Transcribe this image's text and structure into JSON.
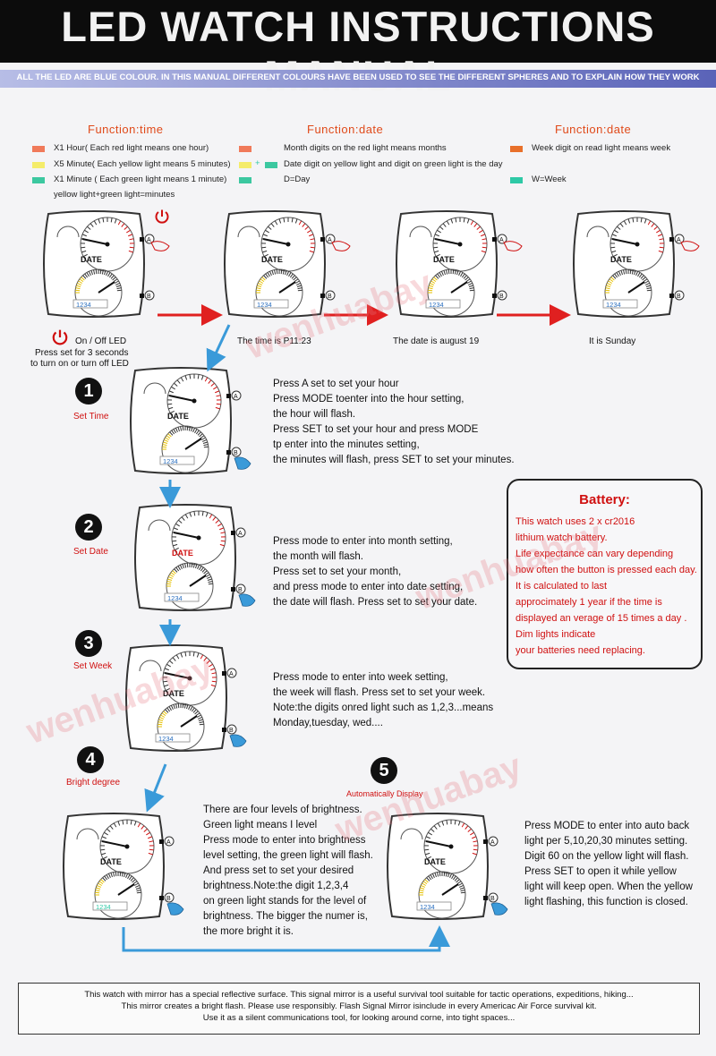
{
  "header": {
    "title": "LED  WATCH INSTRUCTIONS MANUAL",
    "subtitle": "ALL THE LED ARE BLUE COLOUR. IN THIS MANUAL DIFFERENT COLOURS HAVE BEEN USED TO SEE THE DIFFERENT SPHERES AND TO EXPLAIN HOW THEY WORK"
  },
  "legend": {
    "col1": {
      "heading": "Function:time",
      "items": [
        "X1  Hour( Each red light means one hour)",
        "X5 Minute( Each yellow light means 5 minutes)",
        "X1 Minute ( Each green light means 1 minute)",
        "yellow light+green light=minutes"
      ]
    },
    "col2": {
      "heading": "Function:date",
      "plus": "+",
      "items": [
        "Month digits on the red light means months",
        "Date digit on yellow light and digit on green light is the day",
        "D=Day"
      ]
    },
    "col3": {
      "heading": "Function:date",
      "items": [
        "Week digit on read light means week",
        "W=Week"
      ]
    }
  },
  "colors": {
    "red": "#f07a5a",
    "yellow": "#f4ec6a",
    "green": "#3cc8a0",
    "orange": "#e8702a",
    "teal": "#2ec9a6",
    "accent_red": "#d01010",
    "arrow_blue": "#3a9ad9"
  },
  "captions": {
    "onoff": "On / Off LED",
    "press_set": "Press set for 3 seconds",
    "turn": "to turn on or turn off LED",
    "time": "The time is P11:23",
    "date": "The date is august 19",
    "sunday": "It is Sunday"
  },
  "watch_labels": {
    "date": "DATE",
    "btn_a": "A",
    "btn_b": "B",
    "digits": "1234"
  },
  "steps": [
    {
      "num": "1",
      "label": "Set Time",
      "lines": [
        "Press A set to set your hour",
        "Press MODE toenter into the hour setting,",
        "the hour will flash.",
        "Press SET to set your hour and press MODE",
        "tp enter into the minutes setting,",
        "the minutes will flash, press SET to set your minutes."
      ]
    },
    {
      "num": "2",
      "label": "Set Date",
      "lines": [
        "Press mode to enter into month setting,",
        "the month will flash.",
        "Press set to set your month,",
        "and press mode to enter into date setting,",
        "the date will flash. Press set to set your date."
      ]
    },
    {
      "num": "3",
      "label": "Set Week",
      "lines": [
        "Press mode to enter into week setting,",
        "the week will flash. Press set to set your week.",
        "Note:the digits onred light such as 1,2,3...means",
        "Monday,tuesday, wed...."
      ]
    },
    {
      "num": "4",
      "label": "Bright degree",
      "lines": [
        "There are four levels of brightness.",
        "Green light means I level",
        "Press mode to enter into brightness",
        "level setting, the green light will flash.",
        "And press set to set your desired",
        "brightness.Note:the digit 1,2,3,4",
        "on green light stands for the level of",
        "brightness. The bigger the numer is,",
        "the more bright it is."
      ]
    },
    {
      "num": "5",
      "label": "Automatically Display",
      "lines": [
        "Press MODE to enter into auto back",
        "light per 5,10,20,30 minutes setting.",
        "Digit 60 on the yellow light will flash.",
        "Press SET to open it while yellow",
        "light will keep open. When the yellow",
        "light flashing, this function is closed."
      ]
    }
  ],
  "battery": {
    "title": "Battery:",
    "lines": [
      "This watch uses 2 x cr2016",
      "lithium watch battery.",
      "Life expectance can vary depending",
      "how often the button is pressed each day.",
      "It is calculated to last",
      "approcimately 1 year if the time is",
      "displayed an verage of 15 times a day .",
      "Dim lights indicate",
      "your batteries need replacing."
    ]
  },
  "footer": {
    "lines": [
      "This watch with mirror has a special reflective surface. This signal mirror is a useful survival tool suitable for tactic operations, expeditions, hiking...",
      "This mirror creates a bright flash. Please use responsibly. Flash Signal Mirror isinclude in every Americac Air Force survival kit.",
      "Use it as a silent communications tool, for looking around corne, into tight spaces..."
    ]
  },
  "watermark": "wenhuabay"
}
